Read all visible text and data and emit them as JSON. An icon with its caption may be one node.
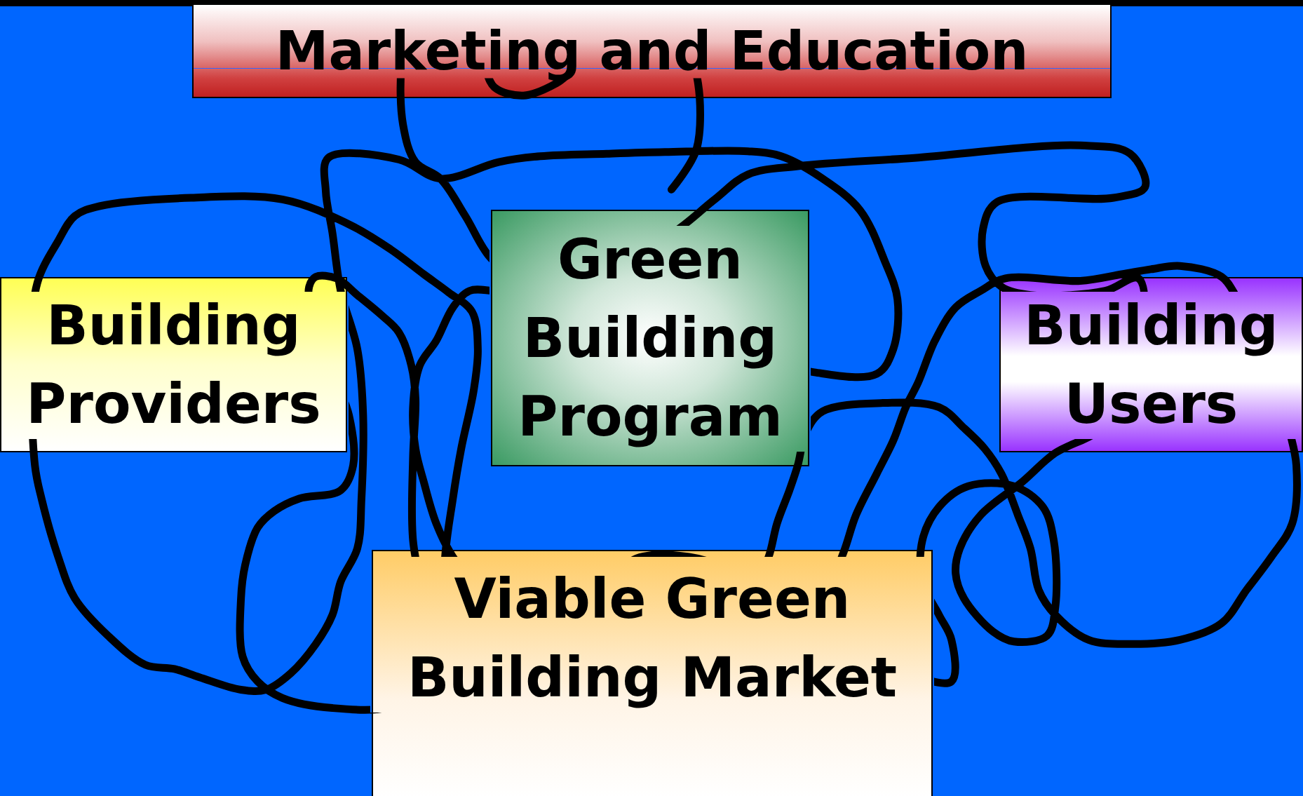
{
  "diagram": {
    "nodes": [
      {
        "text": [
          "Marketing and Education"
        ]
      },
      {
        "text": [
          "Building Providers"
        ]
      },
      {
        "text": [
          "Green Building Program"
        ]
      },
      {
        "text": [
          "Building Users"
        ]
      },
      {
        "text": [
          "Viable Green Building Market"
        ]
      }
    ]
  }
}
